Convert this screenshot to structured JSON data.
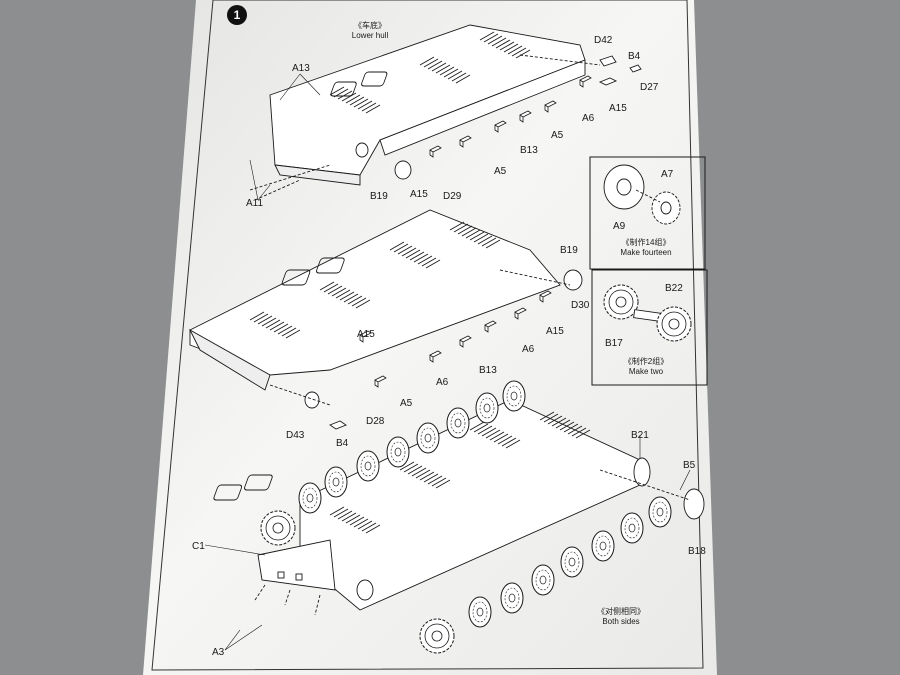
{
  "step": {
    "number": "1"
  },
  "hull_top": {
    "caption_cn": "《车底》",
    "caption_en": "Lower hull",
    "parts": [
      "A13",
      "A11",
      "B19",
      "A15",
      "D29",
      "A5",
      "B13",
      "A6",
      "A5",
      "A15",
      "D27",
      "B4",
      "D42"
    ]
  },
  "hull_middle": {
    "parts": [
      "B19",
      "D30",
      "A15",
      "A6",
      "A15",
      "A6",
      "B13",
      "A5",
      "D28",
      "D43",
      "B4"
    ]
  },
  "hull_bottom": {
    "parts": [
      "B21",
      "B5",
      "B18",
      "C1",
      "A3"
    ],
    "caption_cn": "《对侧相同》",
    "caption_en": "Both sides"
  },
  "inset_wheel": {
    "parts": [
      "A7",
      "A9"
    ],
    "caption_cn": "《制作14组》",
    "caption_en": "Make fourteen"
  },
  "inset_sprocket": {
    "parts": [
      "B22",
      "B17"
    ],
    "caption_cn": "《制作2组》",
    "caption_en": "Make two"
  },
  "colors": {
    "paper": "#f7f7f5",
    "ink": "#1a1a1a",
    "table": "#8d8e90"
  }
}
